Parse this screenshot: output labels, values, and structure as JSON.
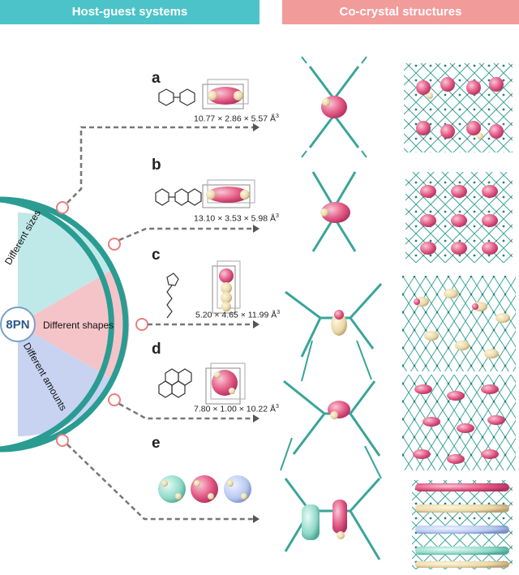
{
  "headers": {
    "left": "Host-guest systems",
    "right": "Co-crystal structures"
  },
  "center": {
    "label": "8PN"
  },
  "wedges": [
    {
      "label": "Different sizes",
      "color": "#bfe9e8"
    },
    {
      "label": "Different shapes",
      "color": "#f5c4c9"
    },
    {
      "label": "Different amounts",
      "color": "#c8d3f2"
    }
  ],
  "panels": [
    {
      "letter": "a",
      "dims": "10.77 × 2.86 × 5.57 Å",
      "exp": "3"
    },
    {
      "letter": "b",
      "dims": "13.10 × 3.53 × 5.98 Å",
      "exp": "3"
    },
    {
      "letter": "c",
      "dims": "5.20 × 4.65 × 11.99 Å",
      "exp": "3"
    },
    {
      "letter": "d",
      "dims": "7.80 × 1.00 × 10.22 Å",
      "exp": "3"
    },
    {
      "letter": "e",
      "dims": "",
      "exp": ""
    }
  ],
  "colors": {
    "arc": "#2a9c92",
    "node_fill": "#ffffff",
    "node_stroke": "#e88080",
    "dash": "#777777",
    "framework": "#3aa59a",
    "guest_pink": "#e45b86",
    "guest_cream": "#e8d7a8",
    "guest_teal": "#8fd8c8",
    "guest_blue": "#b7c8ef"
  }
}
